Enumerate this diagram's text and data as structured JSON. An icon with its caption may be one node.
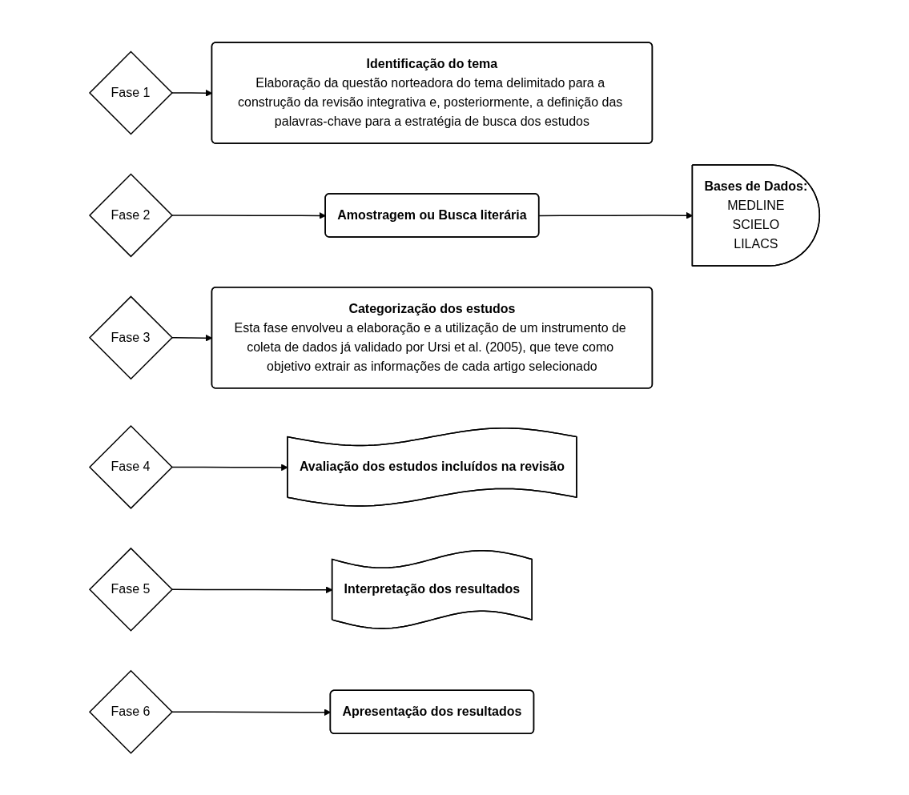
{
  "diagram": {
    "nodes": [
      {
        "text": [
          "Fase 1"
        ]
      },
      {
        "text": [
          "Identificação do tema",
          "Elaboração da questão norteadora do tema delimitado para a construção da revisão integrativa e, posteriormente, a definição das palavras-chave para a estratégia de busca dos estudos"
        ]
      },
      {
        "text": [
          "Fase 2"
        ]
      },
      {
        "text": [
          "Amostragem ou Busca literária"
        ]
      },
      {
        "text": [
          "Bases de Dados:",
          "MEDLINE",
          "SCIELO",
          "LILACS"
        ]
      },
      {
        "text": [
          "Fase 3"
        ]
      },
      {
        "text": [
          "Categorização dos estudos",
          "Esta fase envolveu a elaboração e a utilização de um instrumento de coleta de dados já validado por Ursi et al. (2005), que teve como objetivo extrair as informações de cada artigo selecionado"
        ]
      },
      {
        "text": [
          "Fase 4"
        ]
      },
      {
        "text": [
          "Avaliação dos estudos incluídos na revisão"
        ]
      },
      {
        "text": [
          "Fase 5"
        ]
      },
      {
        "text": [
          "Interpretação dos resultados"
        ]
      },
      {
        "text": [
          "Fase 6"
        ]
      },
      {
        "text": [
          "Apresentação dos resultados"
        ]
      }
    ],
    "edges": [
      {
        "from": 0,
        "to": 1,
        "arrow": "to"
      },
      {
        "from": 2,
        "to": 3,
        "arrow": "to"
      },
      {
        "from": 3,
        "to": 4,
        "arrow": "to"
      },
      {
        "from": 5,
        "to": 6,
        "arrow": "to"
      },
      {
        "from": 7,
        "to": 8,
        "arrow": "to"
      },
      {
        "from": 9,
        "to": 10,
        "arrow": "to"
      },
      {
        "from": 11,
        "to": 12,
        "arrow": "to"
      }
    ]
  }
}
